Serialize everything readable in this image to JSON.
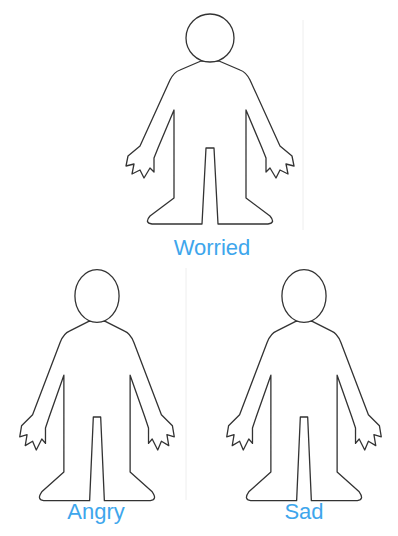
{
  "diagram": {
    "labels": [
      "Worried",
      "Angry",
      "Sad"
    ]
  }
}
